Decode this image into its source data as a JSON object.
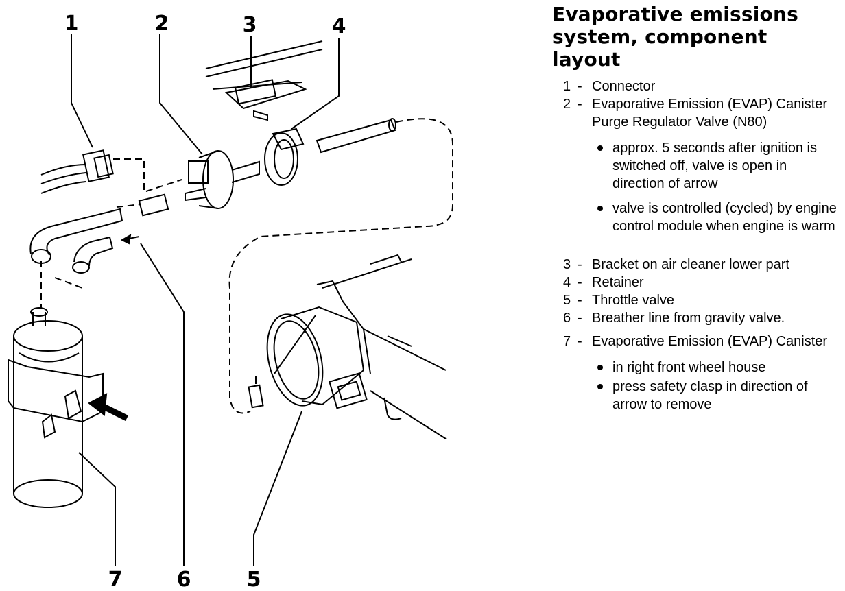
{
  "figure": {
    "title_line1": "Evaporative emissions",
    "title_line2": "system, component layout",
    "callouts": [
      "1",
      "2",
      "3",
      "4",
      "5",
      "6",
      "7"
    ]
  },
  "legend": [
    {
      "num": "1",
      "text": "Connector",
      "bullets": []
    },
    {
      "num": "2",
      "text": "Evaporative Emission (EVAP) Canister Purge Regulator Valve (N80)",
      "bullets": [
        "approx. 5 seconds after ignition is switched off, valve is open in direction of arrow",
        "valve is controlled (cycled) by engine control module when engine is warm"
      ]
    },
    {
      "num": "3",
      "text": "Bracket on air cleaner lower part",
      "bullets": []
    },
    {
      "num": "4",
      "text": "Retainer",
      "bullets": []
    },
    {
      "num": "5",
      "text": "Throttle valve",
      "bullets": []
    },
    {
      "num": "6",
      "text": "Breather line from gravity valve.",
      "bullets": []
    },
    {
      "num": "7",
      "text": "Evaporative Emission (EVAP) Canister",
      "bullets": [
        "in right front wheel house",
        "press safety clasp in direction of arrow to remove"
      ]
    }
  ]
}
